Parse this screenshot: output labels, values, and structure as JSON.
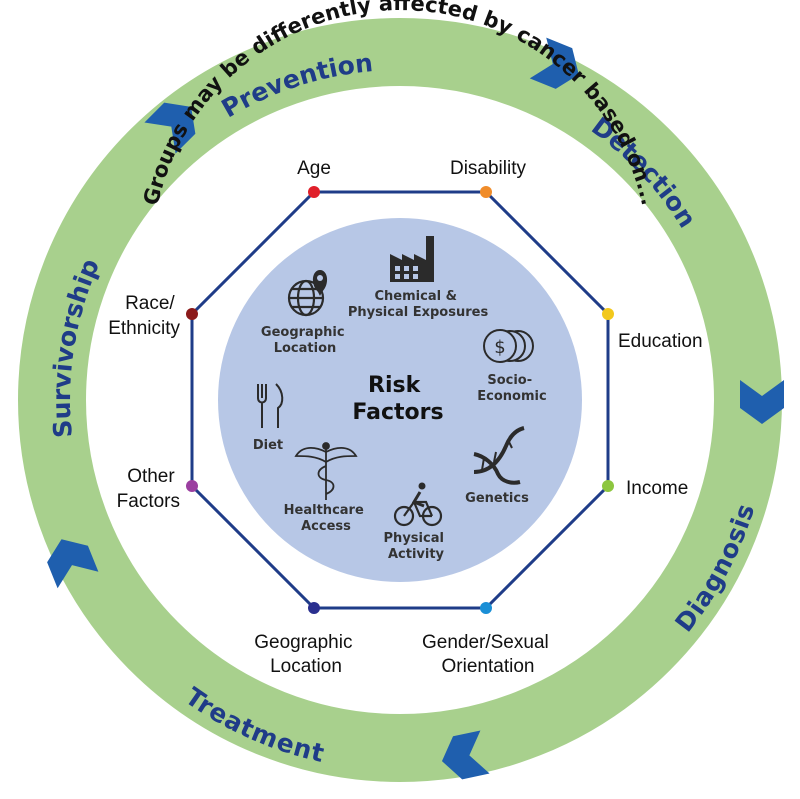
{
  "colors": {
    "ring": "#a8d08d",
    "ring_text": "#1f3c88",
    "arrow": "#1f5fae",
    "octagon": "#1f3c88",
    "inner_circle": "#b7c7e6",
    "icon": "#2b2b2b"
  },
  "cycle_stages": [
    "Prevention",
    "Detection",
    "Diagnosis",
    "Treatment",
    "Survivorship"
  ],
  "heading": "Groups may be differently affected by cancer based on...",
  "octagon_factors": [
    {
      "label": [
        "Age"
      ],
      "dot_color": "#e0202a"
    },
    {
      "label": [
        "Disability"
      ],
      "dot_color": "#f08c2a"
    },
    {
      "label": [
        "Education"
      ],
      "dot_color": "#f2c81c"
    },
    {
      "label": [
        "Income"
      ],
      "dot_color": "#8dc63f"
    },
    {
      "label": [
        "Gender/Sexual",
        "Orientation"
      ],
      "dot_color": "#1a8fd6"
    },
    {
      "label": [
        "Geographic",
        "Location"
      ],
      "dot_color": "#2a2f8f"
    },
    {
      "label": [
        "Other",
        "Factors"
      ],
      "dot_color": "#9b3fa0"
    },
    {
      "label": [
        "Race/",
        "Ethnicity"
      ],
      "dot_color": "#8b1a1a"
    }
  ],
  "center": {
    "title_line1": "Risk",
    "title_line2": "Factors"
  },
  "risk_factors": [
    {
      "label": [
        "Chemical &",
        "Physical Exposures"
      ],
      "icon": "factory-icon"
    },
    {
      "label": [
        "Geographic",
        "Location"
      ],
      "icon": "globe-pin-icon"
    },
    {
      "label": [
        "Socio-",
        "Economic"
      ],
      "icon": "coins-icon"
    },
    {
      "label": [
        "Diet"
      ],
      "icon": "fork-knife-icon"
    },
    {
      "label": [
        "Genetics"
      ],
      "icon": "dna-icon"
    },
    {
      "label": [
        "Healthcare",
        "Access"
      ],
      "icon": "caduceus-icon"
    },
    {
      "label": [
        "Physical",
        "Activity"
      ],
      "icon": "cyclist-icon"
    }
  ]
}
